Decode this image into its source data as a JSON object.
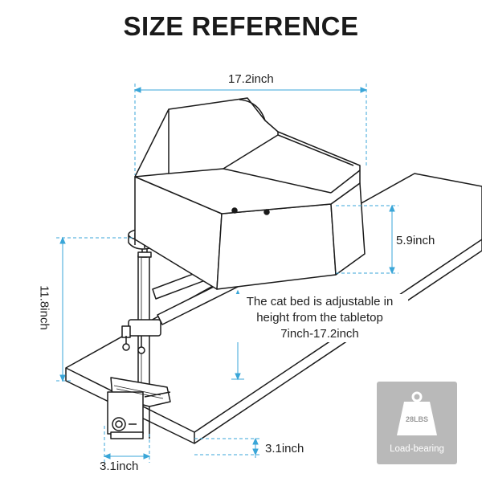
{
  "title": "SIZE REFERENCE",
  "dimensions": {
    "bed_width": "17.2inch",
    "bed_depth": "5.9inch",
    "pole_height": "11.8inch",
    "clamp_thickness": "3.1inch",
    "clamp_width": "3.1inch"
  },
  "note": {
    "line1": "The cat bed is adjustable in",
    "line2": "height from the tabletop",
    "line3": "7inch-17.2inch"
  },
  "badge": {
    "weight": "28LBS",
    "label": "Load-bearing",
    "icon": "weight-icon"
  },
  "colors": {
    "dimension_line": "#3aa6d8",
    "badge_bg": "#b9b9b9"
  }
}
